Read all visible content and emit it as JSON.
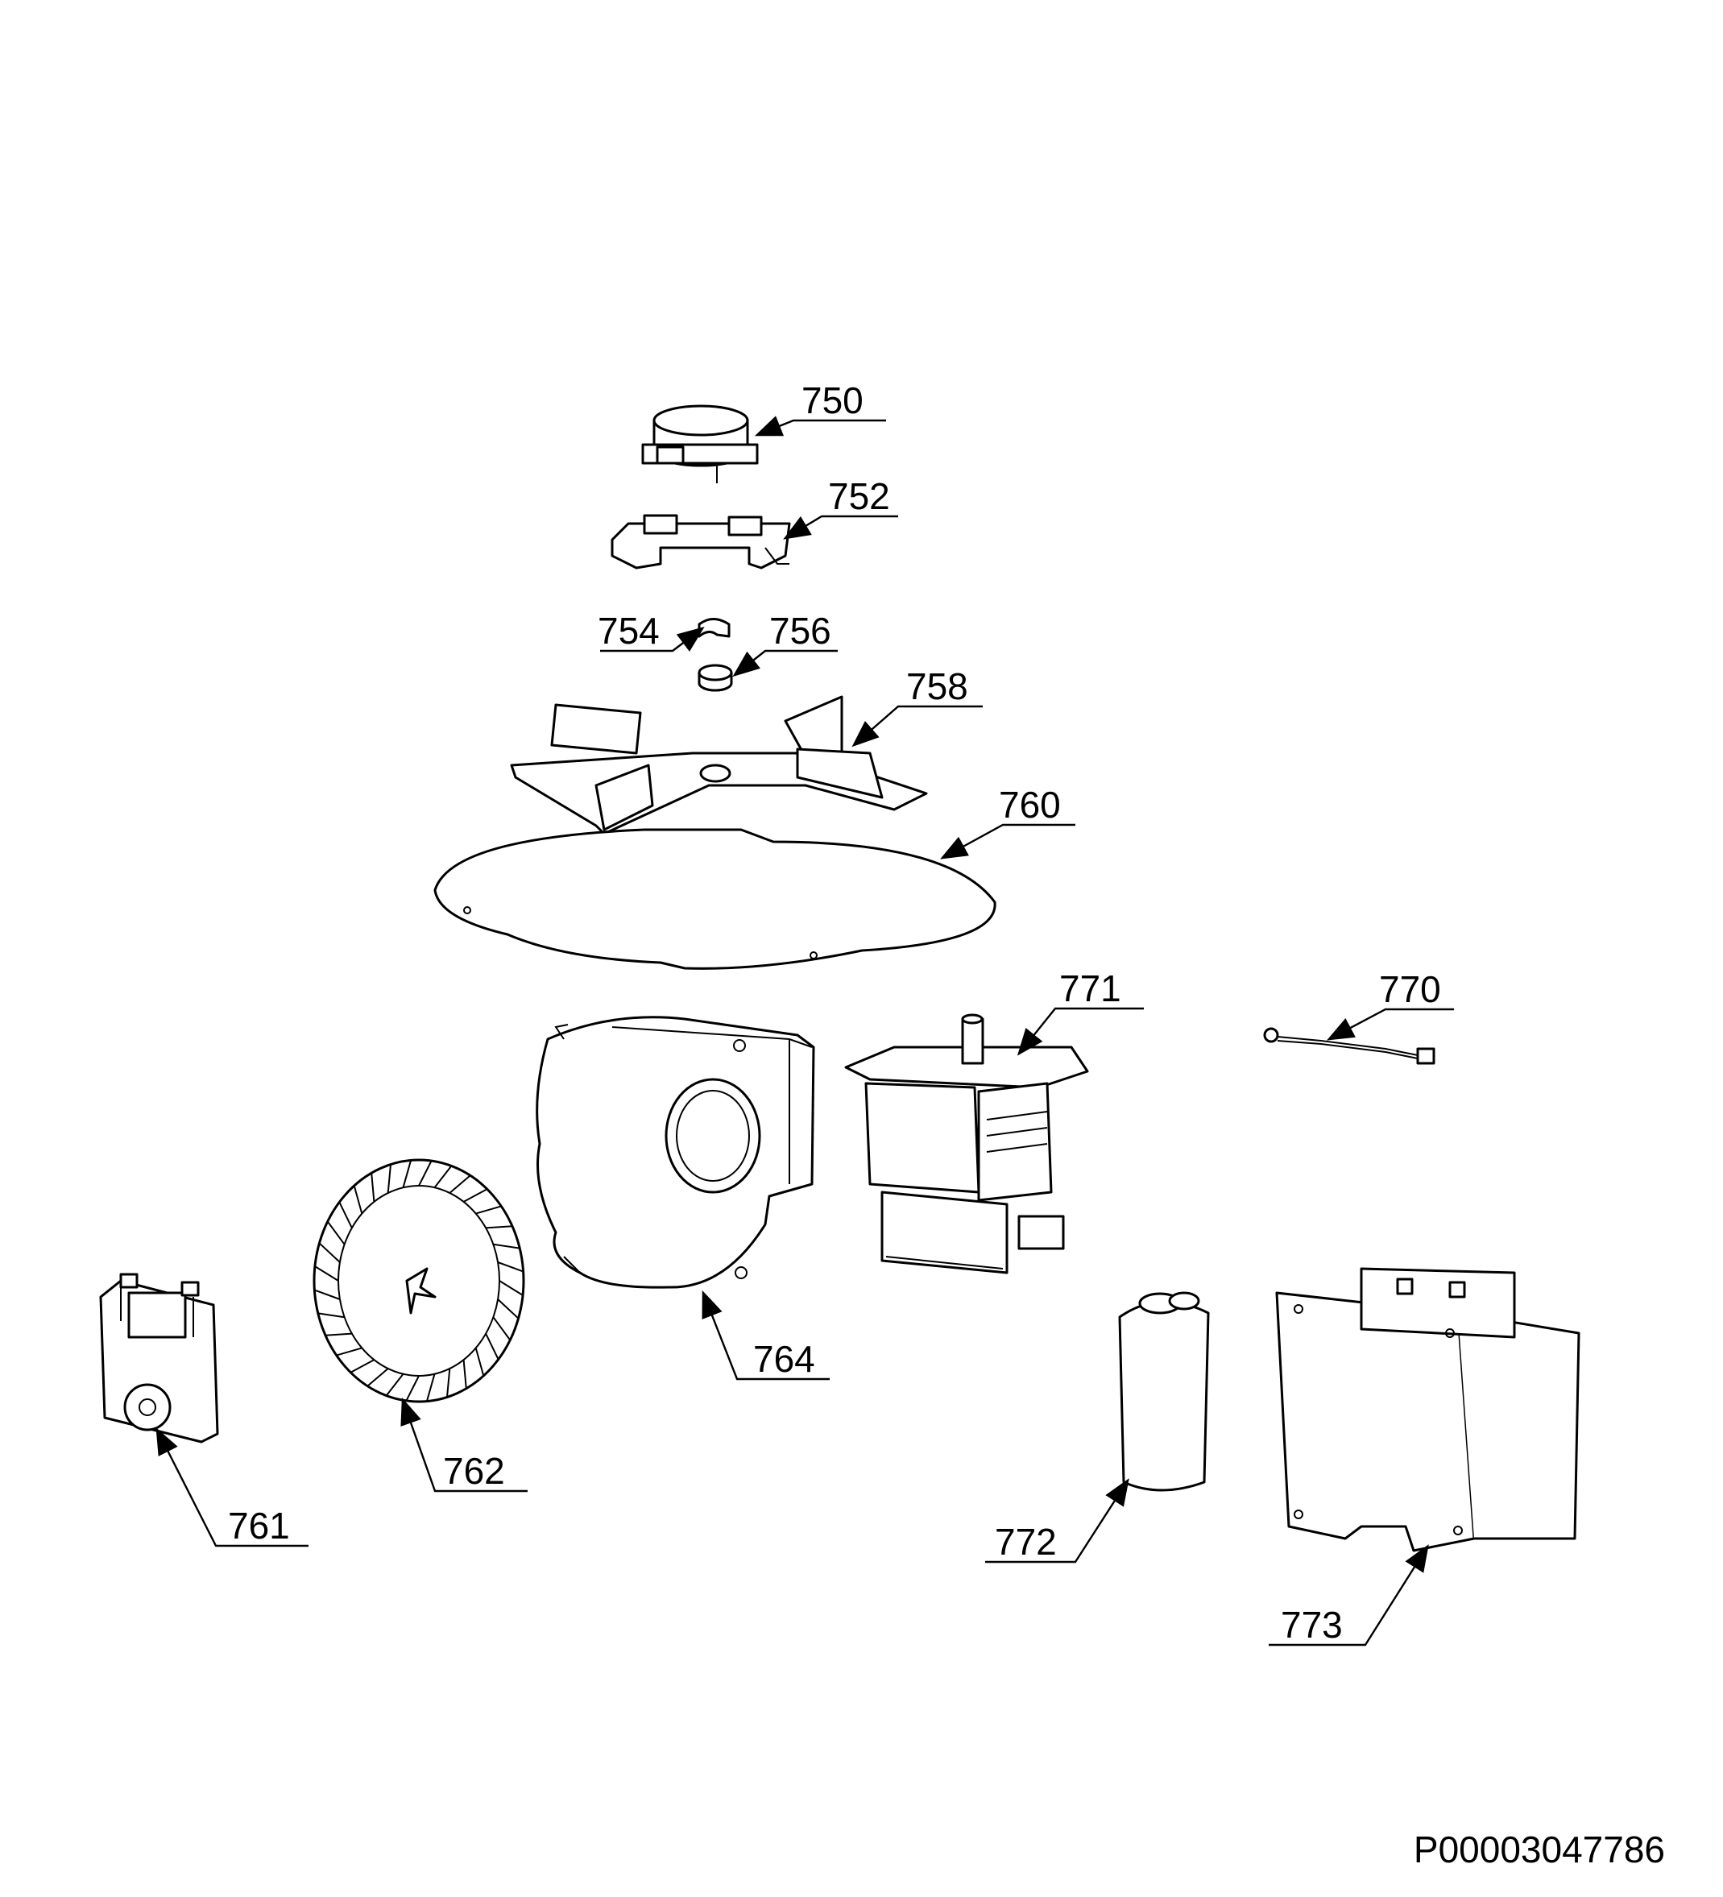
{
  "document_id": "P00003047786",
  "callouts": [
    {
      "id": "c750",
      "part": "750"
    },
    {
      "id": "c752",
      "part": "752"
    },
    {
      "id": "c754",
      "part": "754"
    },
    {
      "id": "c756",
      "part": "756"
    },
    {
      "id": "c758",
      "part": "758"
    },
    {
      "id": "c760",
      "part": "760"
    },
    {
      "id": "c761",
      "part": "761"
    },
    {
      "id": "c762",
      "part": "762"
    },
    {
      "id": "c764",
      "part": "764"
    },
    {
      "id": "c770",
      "part": "770"
    },
    {
      "id": "c771",
      "part": "771"
    },
    {
      "id": "c772",
      "part": "772"
    },
    {
      "id": "c773",
      "part": "773"
    }
  ]
}
